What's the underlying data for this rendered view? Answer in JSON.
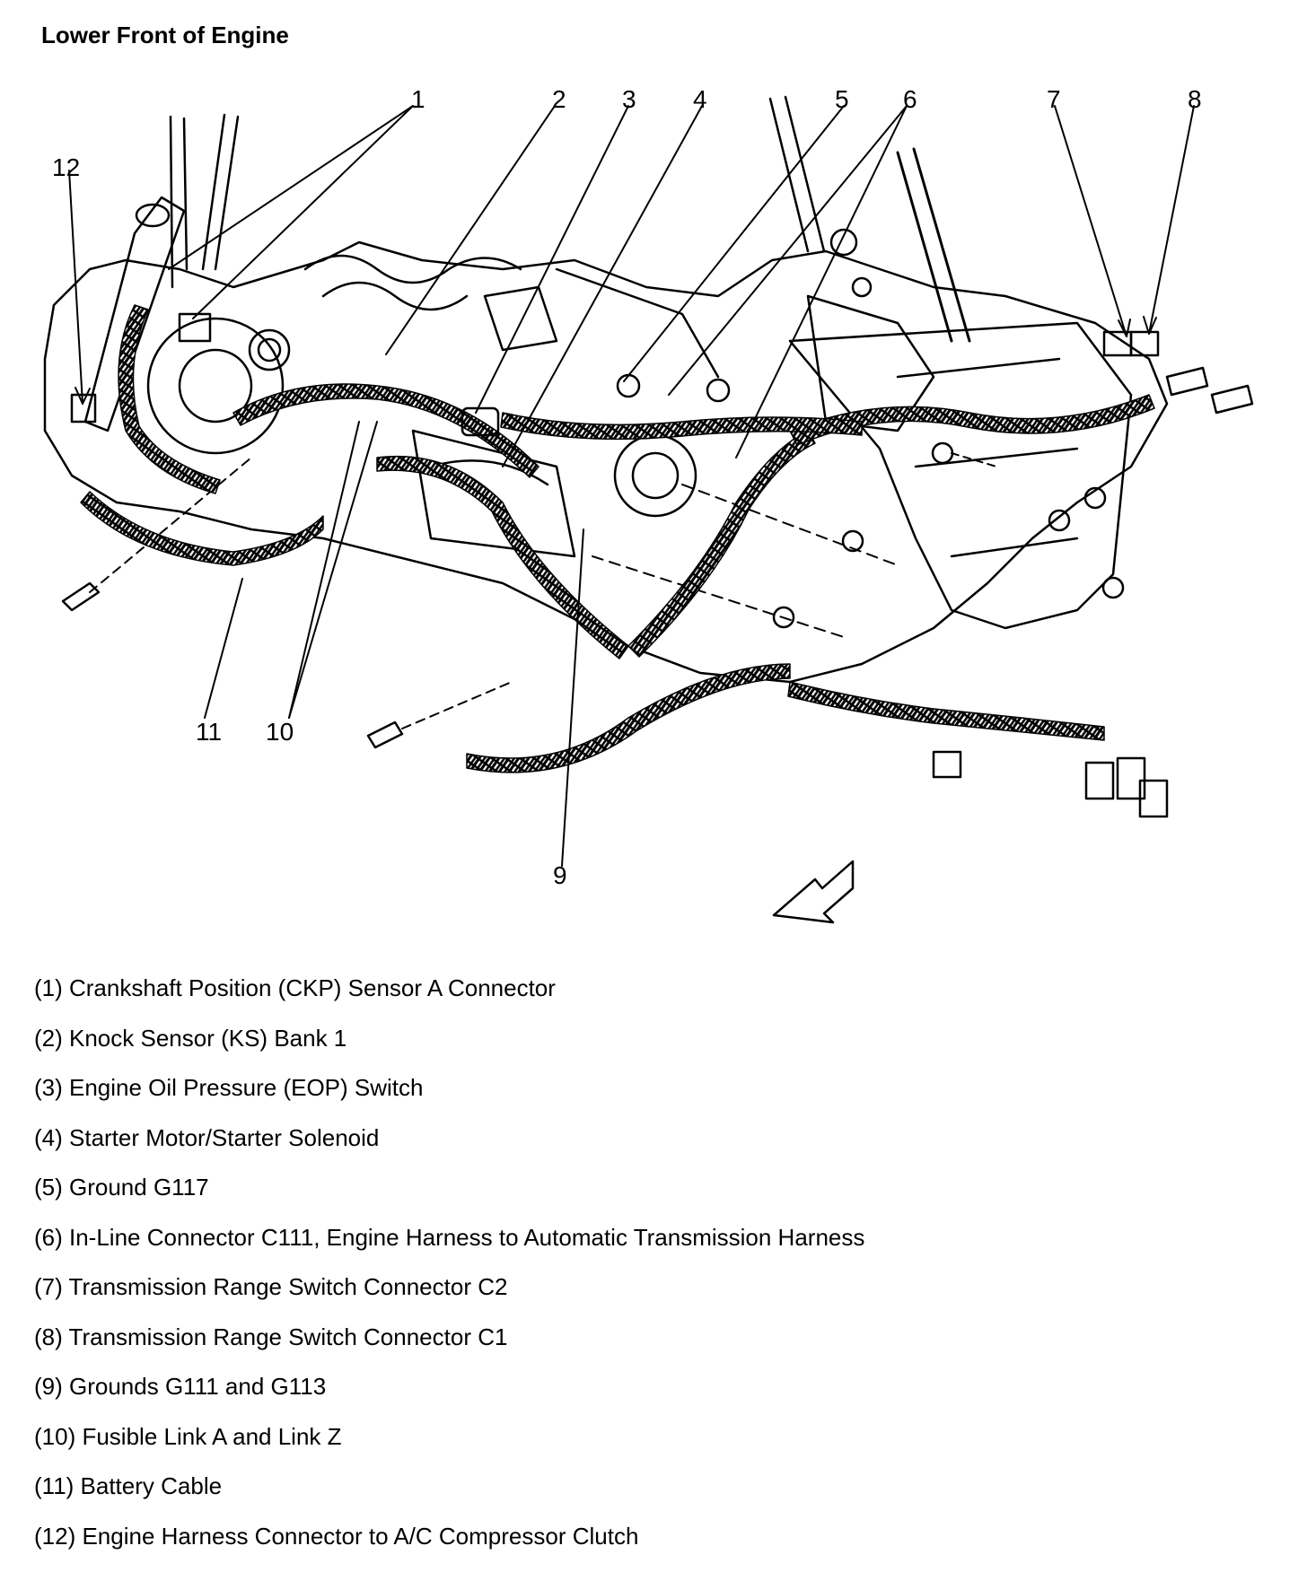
{
  "title": "Lower Front of Engine",
  "callouts": [
    "1",
    "2",
    "3",
    "4",
    "5",
    "6",
    "7",
    "8",
    "9",
    "10",
    "11",
    "12"
  ],
  "legend": [
    "(1) Crankshaft Position (CKP) Sensor A Connector",
    "(2) Knock Sensor (KS) Bank 1",
    "(3) Engine Oil Pressure (EOP) Switch",
    "(4) Starter Motor/Starter Solenoid",
    "(5) Ground G117",
    "(6) In-Line Connector C111, Engine Harness to Automatic Transmission Harness",
    "(7) Transmission Range Switch Connector C2",
    "(8) Transmission Range Switch Connector C1",
    "(9) Grounds G111 and G113",
    "(10) Fusible Link A and Link Z",
    "(11) Battery Cable",
    "(12) Engine Harness Connector to A/C Compressor Clutch"
  ]
}
